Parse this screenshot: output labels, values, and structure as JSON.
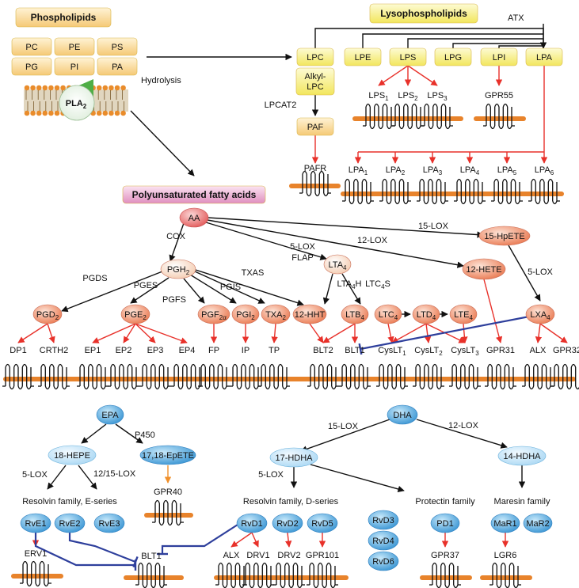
{
  "headers": {
    "phospholipids": "Phospholipids",
    "lysophospholipids": "Lysophospholipids",
    "pufa": "Polyunsaturated fatty acids"
  },
  "phospholipid_boxes": [
    "PC",
    "PE",
    "PS",
    "PG",
    "PI",
    "PA"
  ],
  "pla2": "PLA",
  "pla2_sub": "2",
  "hydrolysis": "Hydrolysis",
  "atx": "ATX",
  "lyso_boxes": [
    "LPC",
    "LPE",
    "LPS",
    "LPG",
    "LPI",
    "LPA"
  ],
  "alkyl_lpc": [
    "Alkyl-",
    "LPC"
  ],
  "lpcat2": "LPCAT2",
  "paf": "PAF",
  "pafr": "PAFR",
  "lps_receptors": [
    [
      "LPS",
      "1"
    ],
    [
      "LPS",
      "2"
    ],
    [
      "LPS",
      "3"
    ]
  ],
  "gpr55": "GPR55",
  "lpa_receptors": [
    [
      "LPA",
      "1"
    ],
    [
      "LPA",
      "2"
    ],
    [
      "LPA",
      "3"
    ],
    [
      "LPA",
      "4"
    ],
    [
      "LPA",
      "5"
    ],
    [
      "LPA",
      "6"
    ]
  ],
  "aa": "AA",
  "enzymes": {
    "cox": "COX",
    "lox15": "15-LOX",
    "lox12": "12-LOX",
    "lox5flap": [
      "5-LOX",
      "FLAP"
    ],
    "lox5": "5-LOX",
    "pgds": "PGDS",
    "pges": "PGES",
    "pgfs": "PGFS",
    "pgis": "PGIS",
    "txas": "TXAS",
    "lta4h": [
      "LTA",
      "4",
      "H"
    ],
    "ltc4s": [
      "LTC",
      "4",
      "S"
    ],
    "p450": "P450",
    "epa_5lox": "5-LOX",
    "epa_1215lox": "12/15-LOX",
    "dha_15lox": "15-LOX",
    "dha_12lox": "12-LOX",
    "dha_5lox": "5-LOX"
  },
  "aa_metabolites": {
    "pgh2": [
      "PGH",
      "2"
    ],
    "lta4": [
      "LTA",
      "4"
    ],
    "hpete15": "15-HpETE",
    "hete12": "12-HETE",
    "pgd2": [
      "PGD",
      "2"
    ],
    "pge2": [
      "PGE",
      "2"
    ],
    "pgf2a": [
      "PGF",
      "2α"
    ],
    "pgi2": [
      "PGI",
      "2"
    ],
    "txa2": [
      "TXA",
      "2"
    ],
    "hht12": "12-HHT",
    "ltb4": [
      "LTB",
      "4"
    ],
    "ltc4": [
      "LTC",
      "4"
    ],
    "ltd4": [
      "LTD",
      "4"
    ],
    "lte4": [
      "LTE",
      "4"
    ],
    "lxa4": [
      "LXA",
      "4"
    ]
  },
  "aa_receptors": [
    [
      "DP1",
      ""
    ],
    [
      "CRTH2",
      ""
    ],
    [
      "EP1",
      ""
    ],
    [
      "EP2",
      ""
    ],
    [
      "EP3",
      ""
    ],
    [
      "EP4",
      ""
    ],
    [
      "FP",
      ""
    ],
    [
      "IP",
      ""
    ],
    [
      "TP",
      ""
    ],
    [
      "BLT2",
      ""
    ],
    [
      "BLT1",
      ""
    ],
    [
      "CysLT",
      "1"
    ],
    [
      "CysLT",
      "2"
    ],
    [
      "CysLT",
      "3"
    ],
    [
      "GPR31",
      ""
    ],
    [
      "ALX",
      ""
    ],
    [
      "GPR32",
      ""
    ]
  ],
  "epa": "EPA",
  "hepe18": "18-HEPE",
  "epete": "17,18-EpETE",
  "gpr40": "GPR40",
  "resolvin_e": "Resolvin family, E-series",
  "rve": [
    "RvE1",
    "RvE2",
    "RvE3"
  ],
  "erv1": "ERV1",
  "blt1_bottom": "BLT1",
  "dha": "DHA",
  "hdha17": "17-HDHA",
  "hdha14": "14-HDHA",
  "resolvin_d": "Resolvin family, D-series",
  "protectin": "Protectin family",
  "maresin": "Maresin family",
  "rvd": [
    "RvD1",
    "RvD2",
    "RvD5",
    "RvD3",
    "RvD4",
    "RvD6"
  ],
  "pd1": "PD1",
  "mar": [
    "MaR1",
    "MaR2"
  ],
  "rvd_receptors": [
    "ALX",
    "DRV1",
    "DRV2",
    "GPR101"
  ],
  "gpr37": "GPR37",
  "lgr6": "LGR6",
  "colors": {
    "yellow": "#f7ef7e",
    "beige": "#f8d98f",
    "pink": "#e89ec9",
    "salmon": "#ee8058",
    "light_blue": "#bfe4f7",
    "blue": "#3a9ed8",
    "red_arrow": "#e8312a",
    "inhibit": "#2e3f9c",
    "membrane": "#e8832b",
    "orange_arrow": "#f0902b"
  }
}
